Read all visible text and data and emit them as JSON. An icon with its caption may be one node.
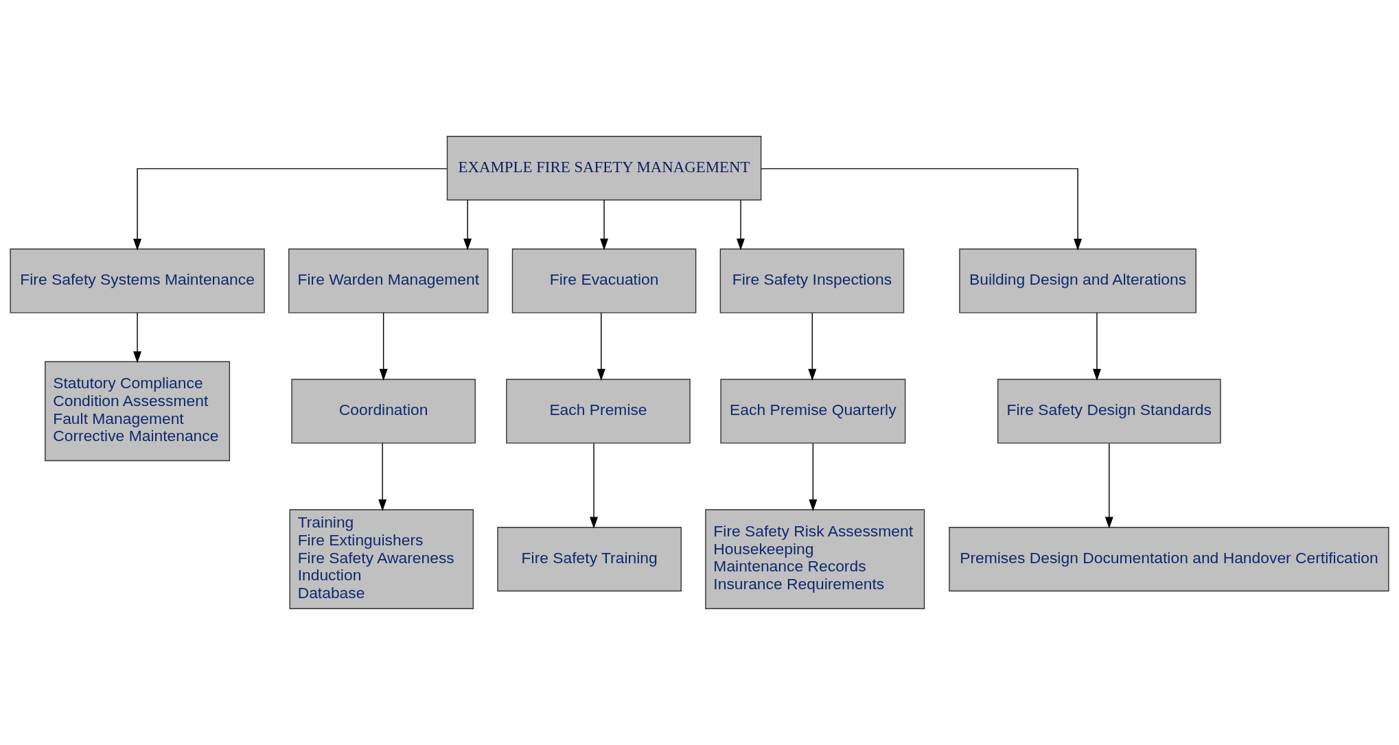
{
  "diagram": {
    "nodes": [
      {
        "text": [
          "EXAMPLE FIRE SAFETY MANAGEMENT"
        ]
      },
      {
        "text": [
          "Fire Safety Systems Maintenance"
        ]
      },
      {
        "text": [
          "Fire Warden Management"
        ]
      },
      {
        "text": [
          "Fire Evacuation"
        ]
      },
      {
        "text": [
          "Fire Safety Inspections"
        ]
      },
      {
        "text": [
          "Building Design and Alterations"
        ]
      },
      {
        "text": [
          "Statutory Compliance",
          "Condition Assessment",
          "Fault Management",
          "Corrective Maintenance"
        ]
      },
      {
        "text": [
          "Coordination"
        ]
      },
      {
        "text": [
          "Each Premise"
        ]
      },
      {
        "text": [
          "Each Premise Quarterly"
        ]
      },
      {
        "text": [
          "Fire Safety Design Standards"
        ]
      },
      {
        "text": [
          "Training",
          "Fire Extinguishers",
          "Fire Safety Awareness",
          "Induction",
          "Database"
        ]
      },
      {
        "text": [
          "Fire Safety Training"
        ]
      },
      {
        "text": [
          "Fire Safety Risk Assessment",
          "Housekeeping",
          "Maintenance Records",
          "Insurance Requirements"
        ]
      },
      {
        "text": [
          "Premises Design Documentation and Handover Certification"
        ]
      }
    ],
    "edges": [
      {
        "from": 0,
        "to": 1,
        "arrow": "to"
      },
      {
        "from": 0,
        "to": 2,
        "arrow": "to"
      },
      {
        "from": 0,
        "to": 3,
        "arrow": "to"
      },
      {
        "from": 0,
        "to": 4,
        "arrow": "to"
      },
      {
        "from": 0,
        "to": 5,
        "arrow": "to"
      },
      {
        "from": 1,
        "to": 6,
        "arrow": "to"
      },
      {
        "from": 2,
        "to": 7,
        "arrow": "to"
      },
      {
        "from": 3,
        "to": 8,
        "arrow": "to"
      },
      {
        "from": 4,
        "to": 9,
        "arrow": "to"
      },
      {
        "from": 5,
        "to": 10,
        "arrow": "to"
      },
      {
        "from": 7,
        "to": 11,
        "arrow": "to"
      },
      {
        "from": 8,
        "to": 12,
        "arrow": "to"
      },
      {
        "from": 9,
        "to": 13,
        "arrow": "to"
      },
      {
        "from": 10,
        "to": 14,
        "arrow": "to"
      }
    ]
  }
}
